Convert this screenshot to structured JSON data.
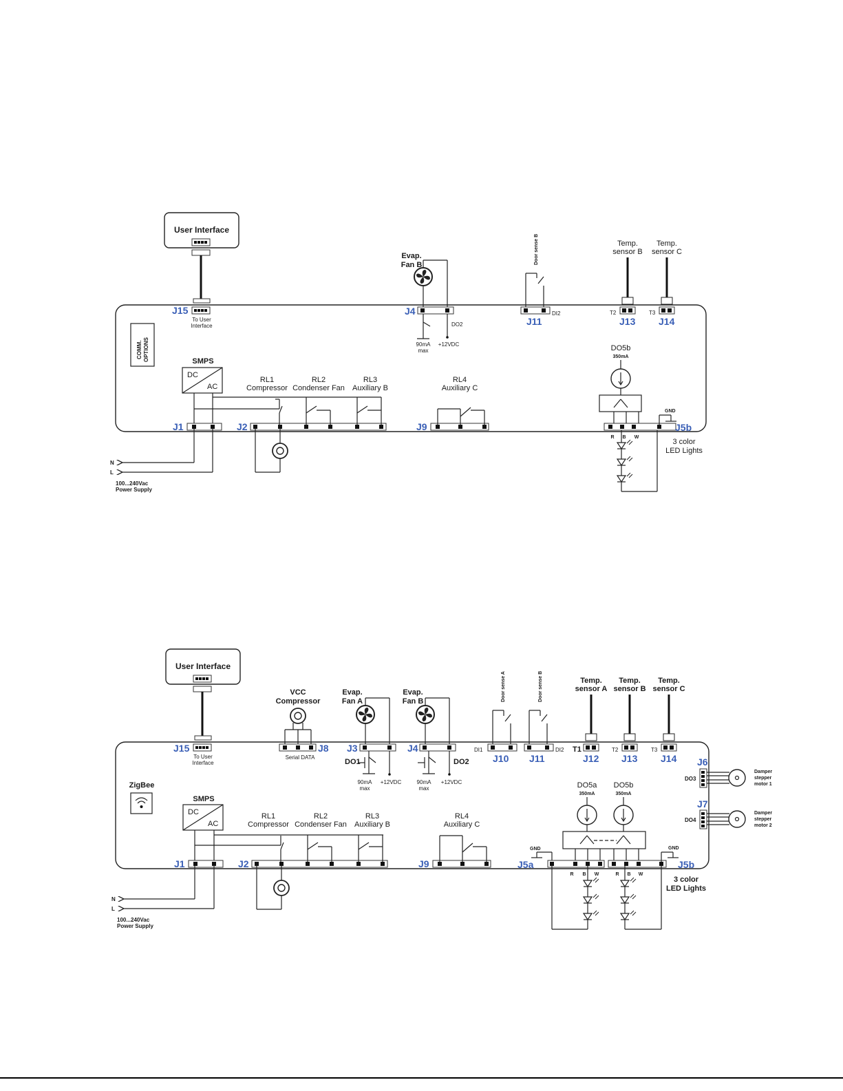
{
  "diagram1": {
    "user_interface": "User Interface",
    "j15": "J15",
    "to_user_interface": [
      "To User",
      "Interface"
    ],
    "comm_options": [
      "COMM.",
      "OPTIONS"
    ],
    "smps": "SMPS",
    "dc": "DC",
    "ac": "AC",
    "j1": "J1",
    "j2": "J2",
    "j9": "J9",
    "rl1": [
      "RL1",
      "Compressor"
    ],
    "rl2": [
      "RL2",
      "Condenser Fan"
    ],
    "rl3": [
      "RL3",
      "Auxiliary B"
    ],
    "rl4": [
      "RL4",
      "Auxiliary C"
    ],
    "evap_fan_b": [
      "Evap.",
      "Fan B"
    ],
    "j4": "J4",
    "do2": "DO2",
    "ma_max": [
      "90mA",
      "max"
    ],
    "v12": "+12VDC",
    "door_sense_b": "Door sense B",
    "j11": "J11",
    "di2": "DI2",
    "temp_b": [
      "Temp.",
      "sensor B"
    ],
    "temp_c": [
      "Temp.",
      "sensor C"
    ],
    "t2": "T2",
    "t3": "T3",
    "j13": "J13",
    "j14": "J14",
    "do5b": "DO5b",
    "ma350": "350mA",
    "gnd": "GND",
    "j5b": "J5b",
    "rbw": [
      "R",
      "B",
      "W"
    ],
    "led_lights": [
      "3 color",
      "LED Lights"
    ],
    "n": "N",
    "l": "L",
    "power": [
      "100...240Vac",
      "Power Supply"
    ]
  },
  "diagram2": {
    "user_interface": "User Interface",
    "j15": "J15",
    "to_user_interface": [
      "To User",
      "Interface"
    ],
    "zigbee": "ZigBee",
    "vcc_compressor": [
      "VCC",
      "Compressor"
    ],
    "j8": "J8",
    "serial_data": "Serial DATA",
    "evap_fan_a": [
      "Evap.",
      "Fan A"
    ],
    "evap_fan_b": [
      "Evap.",
      "Fan B"
    ],
    "j3": "J3",
    "j4": "J4",
    "do1": "DO1",
    "do2": "DO2",
    "ma_max": [
      "90mA",
      "max"
    ],
    "v12": "+12VDC",
    "door_sense_a": "Door sense A",
    "door_sense_b": "Door sense B",
    "di1": "DI1",
    "di2": "DI2",
    "j10": "J10",
    "j11": "J11",
    "temp_a": [
      "Temp.",
      "sensor A"
    ],
    "temp_b": [
      "Temp.",
      "sensor B"
    ],
    "temp_c": [
      "Temp.",
      "sensor C"
    ],
    "t1": "T1",
    "t2": "T2",
    "t3": "T3",
    "j12": "J12",
    "j13": "J13",
    "j14": "J14",
    "j6": "J6",
    "j7": "J7",
    "do3": "DO3",
    "do4": "DO4",
    "damper1": [
      "Damper",
      "stepper",
      "motor 1"
    ],
    "damper2": [
      "Damper",
      "stepper",
      "motor 2"
    ],
    "smps": "SMPS",
    "dc": "DC",
    "ac": "AC",
    "rl1": [
      "RL1",
      "Compressor"
    ],
    "rl2": [
      "RL2",
      "Condenser Fan"
    ],
    "rl3": [
      "RL3",
      "Auxiliary B"
    ],
    "rl4": [
      "RL4",
      "Auxiliary C"
    ],
    "do5a": "DO5a",
    "do5b": "DO5b",
    "ma350": "350mA",
    "gnd": "GND",
    "j1": "J1",
    "j2": "J2",
    "j9": "J9",
    "j5a": "J5a",
    "j5b": "J5b",
    "rbw": [
      "R",
      "B",
      "W"
    ],
    "led_lights": [
      "3 color",
      "LED Lights"
    ],
    "n": "N",
    "l": "L",
    "power": [
      "100...240Vac",
      "Power Supply"
    ]
  }
}
